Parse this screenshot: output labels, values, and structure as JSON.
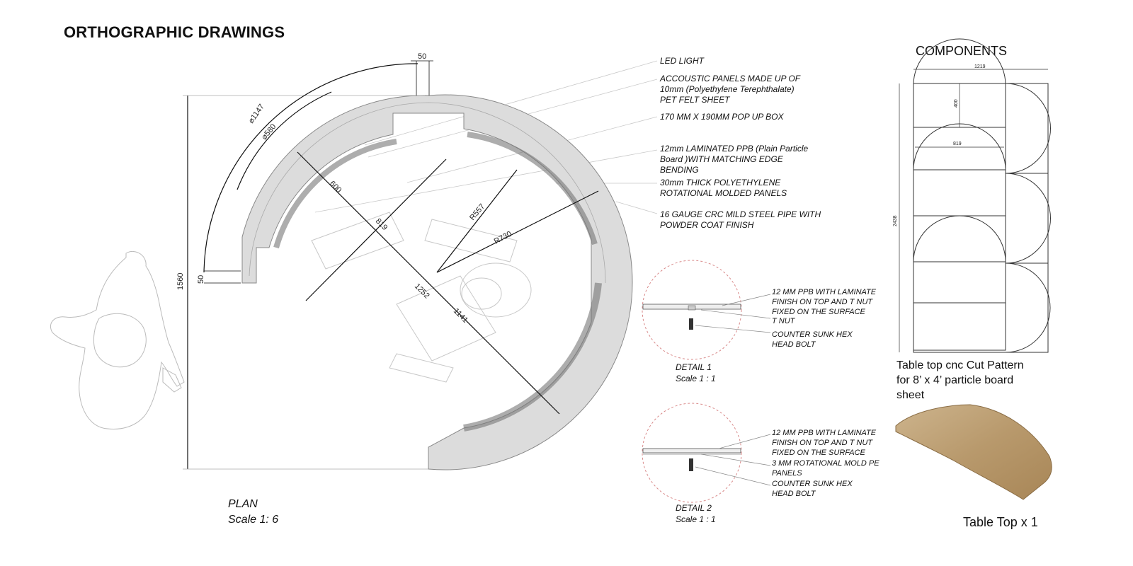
{
  "title": "ORTHOGRAPHIC DRAWINGS",
  "components_title": "COMPONENTS",
  "plan": {
    "caption": "PLAN",
    "scale": "Scale  1: 6",
    "dimensions": {
      "arc_outer": "⌀1147",
      "arc_inner": "⌀580",
      "top_gap": "50",
      "left_gap": "50",
      "height": "1560",
      "d600": "600",
      "d819": "819",
      "r557": "R557",
      "r730": "R730",
      "d1252": "1252",
      "d1141": "1141"
    },
    "notes": [
      [
        "LED LIGHT"
      ],
      [
        "ACCOUSTIC PANELS MADE UP OF",
        "10mm (Polyethylene Terephthalate)",
        "PET FELT  SHEET"
      ],
      [
        "170 MM X 190MM POP UP BOX"
      ],
      [
        "12mm LAMINATED PPB (Plain Particle",
        "Board )WITH MATCHING EDGE",
        "BENDING"
      ],
      [
        "30mm THICK POLYETHYLENE",
        "ROTATIONAL MOLDED PANELS"
      ],
      [
        "16 GAUGE CRC MILD STEEL PIPE WITH",
        "POWDER COAT FINISH"
      ]
    ]
  },
  "detail1": {
    "caption": "DETAIL 1",
    "scale": "Scale  1 : 1",
    "notes": [
      [
        "12 MM PPB WITH LAMINATE",
        "FINISH ON TOP AND T NUT",
        "FIXED ON THE SURFACE"
      ],
      [
        "T NUT"
      ],
      [
        "COUNTER SUNK HEX",
        "HEAD BOLT"
      ]
    ]
  },
  "detail2": {
    "caption": "DETAIL  2",
    "scale": "Scale  1 : 1",
    "notes": [
      [
        "12 MM PPB WITH LAMINATE",
        "FINISH ON TOP AND T NUT",
        "FIXED ON THE SURFACE"
      ],
      [
        "3 MM ROTATIONAL MOLD PE",
        "PANELS"
      ],
      [
        "COUNTER SUNK HEX",
        "HEAD BOLT"
      ]
    ]
  },
  "cut_pattern": {
    "width_dim": "1219",
    "height_dim": "2438",
    "inner_dim_v": "400",
    "inner_dim_h": "819",
    "caption": [
      "Table top cnc Cut Pattern",
      "for 8’ x 4’ particle board",
      "sheet"
    ]
  },
  "table_top_label": "Table Top x 1"
}
